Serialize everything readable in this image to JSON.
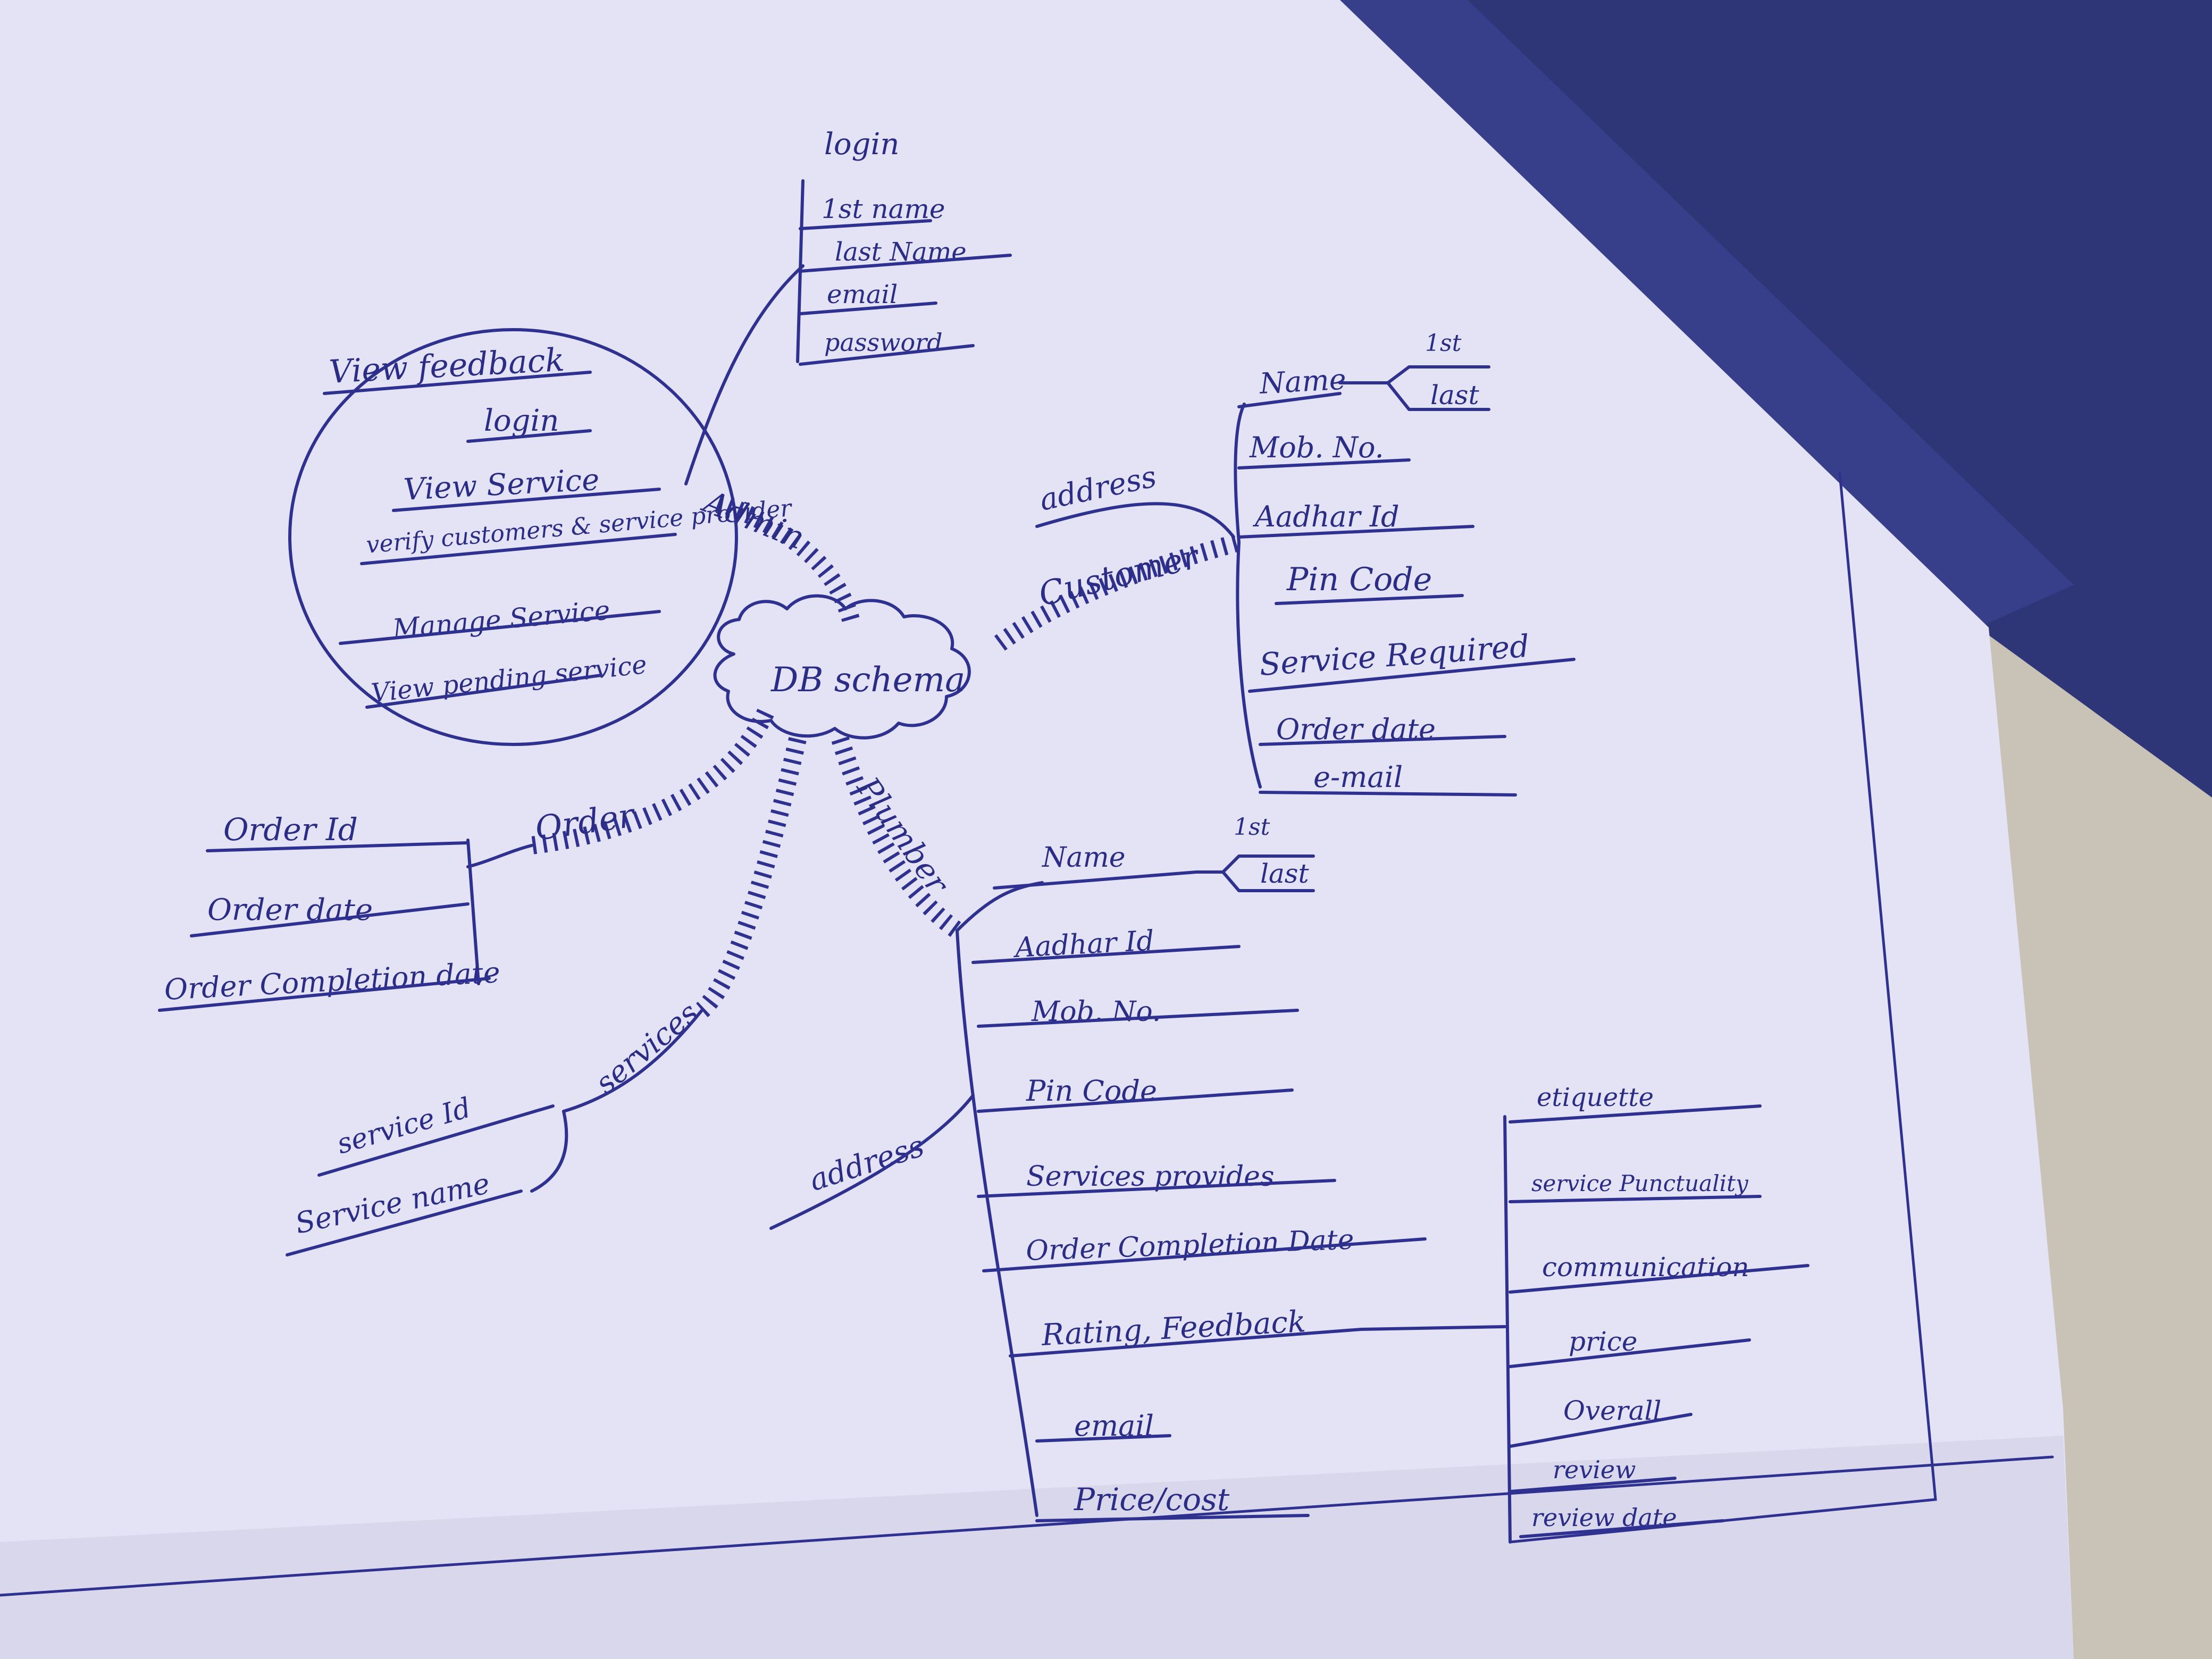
{
  "center": {
    "label": "DB schema"
  },
  "admin": {
    "label": "Admin",
    "login_table": {
      "title": "login",
      "fields": [
        "1st name",
        "last Name",
        "email",
        "password"
      ]
    },
    "functions": [
      "View feedback",
      "login",
      "View Service",
      "verify customers & service provider",
      "Manage Service",
      "View pending service"
    ]
  },
  "customer": {
    "label": "Customer",
    "address_label": "address",
    "name_parts": [
      "1st",
      "last"
    ],
    "fields": [
      "Name",
      "Mob. No.",
      "Aadhar Id",
      "Pin Code",
      "Service Required",
      "Order date",
      "e-mail"
    ]
  },
  "plumber": {
    "label": "Plumber",
    "address_label": "address",
    "name_parts": [
      "1st",
      "last"
    ],
    "fields": [
      "Name",
      "Aadhar Id",
      "Mob. No.",
      "Pin Code",
      "Services provides",
      "Order Completion Date",
      "Rating, Feedback",
      "email",
      "Price/cost"
    ],
    "rating_fields": [
      "etiquette",
      "service Punctuality",
      "communication",
      "price",
      "Overall",
      "review",
      "review date"
    ]
  },
  "order": {
    "label": "Order",
    "fields": [
      "Order Id",
      "Order date",
      "Order Completion date"
    ]
  },
  "services": {
    "label": "services",
    "fields": [
      "service Id",
      "Service name"
    ]
  },
  "colors": {
    "ink": "#2b2c86",
    "paper": "#e4e3f5",
    "binder": "#2e3677",
    "table": "#c7c0b6"
  }
}
